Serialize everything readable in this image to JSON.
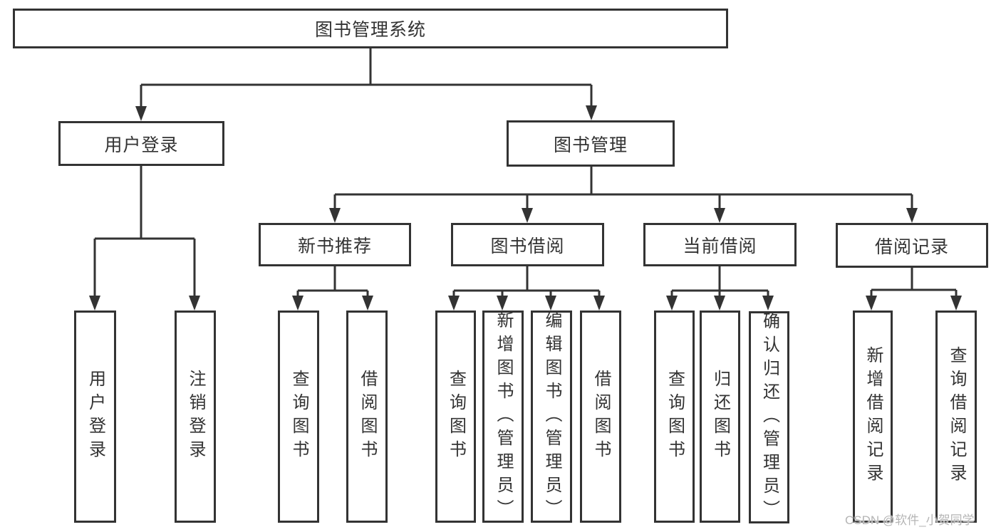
{
  "diagram": {
    "type": "hierarchy-tree",
    "root": {
      "label": "图书管理系统"
    },
    "level2": [
      {
        "id": "user-login",
        "label": "用户登录",
        "parent": "root"
      },
      {
        "id": "book-management",
        "label": "图书管理",
        "parent": "root"
      }
    ],
    "level3": [
      {
        "id": "new-book-recommend",
        "label": "新书推荐",
        "parent": "book-management"
      },
      {
        "id": "book-borrow",
        "label": "图书借阅",
        "parent": "book-management"
      },
      {
        "id": "current-borrow",
        "label": "当前借阅",
        "parent": "book-management"
      },
      {
        "id": "borrow-records",
        "label": "借阅记录",
        "parent": "book-management"
      }
    ],
    "leaf_groups": [
      {
        "parent": "user-login",
        "children": [
          "用户登录",
          "注销登录"
        ]
      },
      {
        "parent": "new-book-recommend",
        "children": [
          "查询图书",
          "借阅图书"
        ]
      },
      {
        "parent": "book-borrow",
        "children": [
          "查询图书",
          "新增图书（管理员）",
          "编辑图书（管理员）",
          "借阅图书"
        ]
      },
      {
        "parent": "current-borrow",
        "children": [
          "查询图书",
          "归还图书",
          "确认归还（管理员）"
        ]
      },
      {
        "parent": "borrow-records",
        "children": [
          "新增借阅记录",
          "查询借阅记录"
        ]
      }
    ]
  },
  "watermark": "CSDN @软件_小贺同学",
  "colors": {
    "line": "#333333",
    "box_border": "#333333",
    "box_fill": "#ffffff",
    "text": "#333333",
    "watermark": "#b5b5b5",
    "background": "#ffffff"
  }
}
